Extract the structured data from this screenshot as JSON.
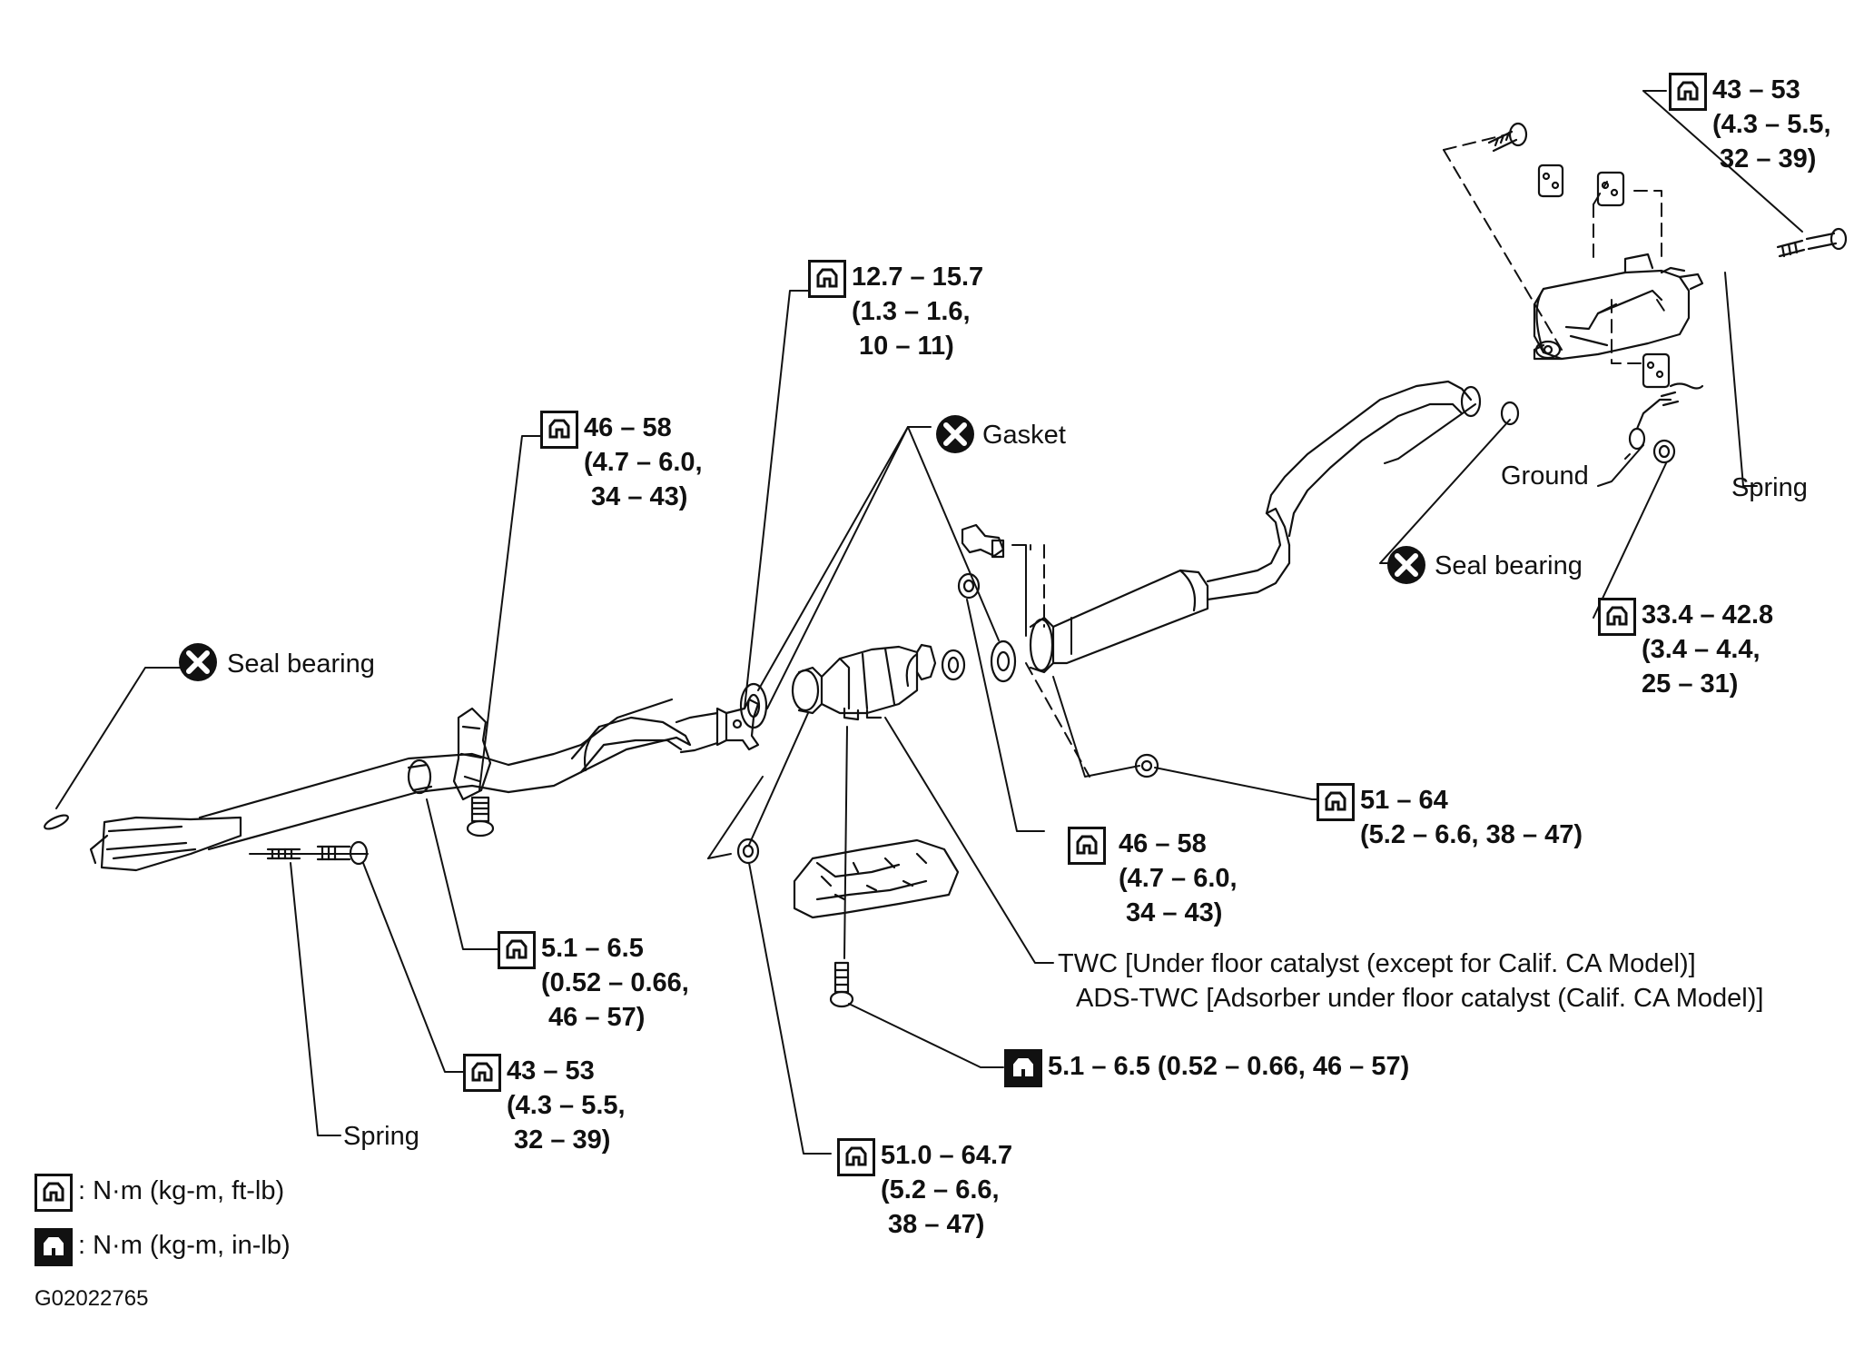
{
  "icons": {
    "torque_nm_ftlb": "open-wrench-torque-icon",
    "torque_nm_inlb": "filled-wrench-torque-icon",
    "replace_part": "x-circle-icon"
  },
  "labels": {
    "seal_bearing_front": "Seal bearing",
    "seal_bearing_rear": "Seal bearing",
    "gasket": "Gasket",
    "ground": "Ground",
    "spring_rear": "Spring",
    "spring_front": "Spring",
    "twc_line1": "TWC [Under floor catalyst (except for Calif. CA Model)]",
    "twc_line2": "ADS-TWC [Adsorber under floor catalyst (Calif. CA  Model)]"
  },
  "torques": {
    "t_top_right": [
      "43 – 53",
      "(4.3 – 5.5,",
      "32 – 39)"
    ],
    "t_flange_upper": [
      "12.7 – 15.7",
      "(1.3 – 1.6,",
      "10 – 11)"
    ],
    "t_front_left": [
      "46 – 58",
      "(4.7 – 6.0,",
      "34 – 43)"
    ],
    "t_ground": [
      "33.4 – 42.8",
      "(3.4 – 4.4,",
      "25 – 31)"
    ],
    "t_middle_nut": [
      "51 – 64",
      "(5.2 – 6.6, 38 – 47)"
    ],
    "t_center": [
      "46 – 58",
      "(4.7 – 6.0,",
      "34 – 43)"
    ],
    "t_front_bracket": [
      "5.1 – 6.5",
      "(0.52 – 0.66,",
      "46 – 57)"
    ],
    "t_front_spring": [
      "43 – 53",
      "(4.3 – 5.5,",
      "32 – 39)"
    ],
    "t_heat_shield": [
      "5.1 – 6.5 (0.52 – 0.66, 46 – 57)"
    ],
    "t_lower_nut": [
      "51.0 – 64.7",
      "(5.2 – 6.6,",
      "38 – 47)"
    ]
  },
  "legend": {
    "open_label": ": N·m (kg-m, ft-lb)",
    "filled_label": ": N·m (kg-m, in-lb)"
  },
  "figure_code": "G02022765"
}
